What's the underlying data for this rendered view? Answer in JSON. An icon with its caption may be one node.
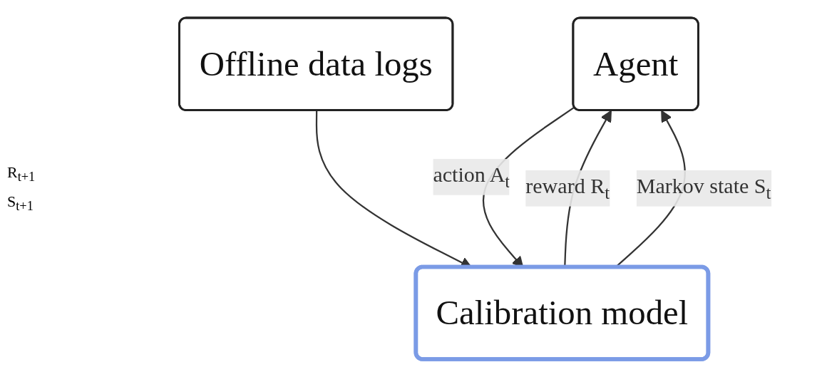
{
  "diagram": {
    "nodes": [
      {
        "text": [
          "Agent"
        ]
      },
      {
        "text": [
          "Calibration model"
        ]
      },
      {
        "text": [
          "Offline data logs"
        ]
      }
    ],
    "edges": [
      {
        "from": 0,
        "to": 1,
        "arrow": "to",
        "label": "action A$_{t}$"
      },
      {
        "from": 1,
        "to": 0,
        "arrow": "to",
        "label": "reward R$_{t}$"
      },
      {
        "from": 1,
        "to": 0,
        "arrow": "to",
        "label": "Markov state S$_{t}$"
      },
      {
        "from": 2,
        "to": 1,
        "arrow": "to"
      }
    ],
    "labels": [
      "R$_{t+1}$",
      "S$_{t+1}$"
    ]
  }
}
